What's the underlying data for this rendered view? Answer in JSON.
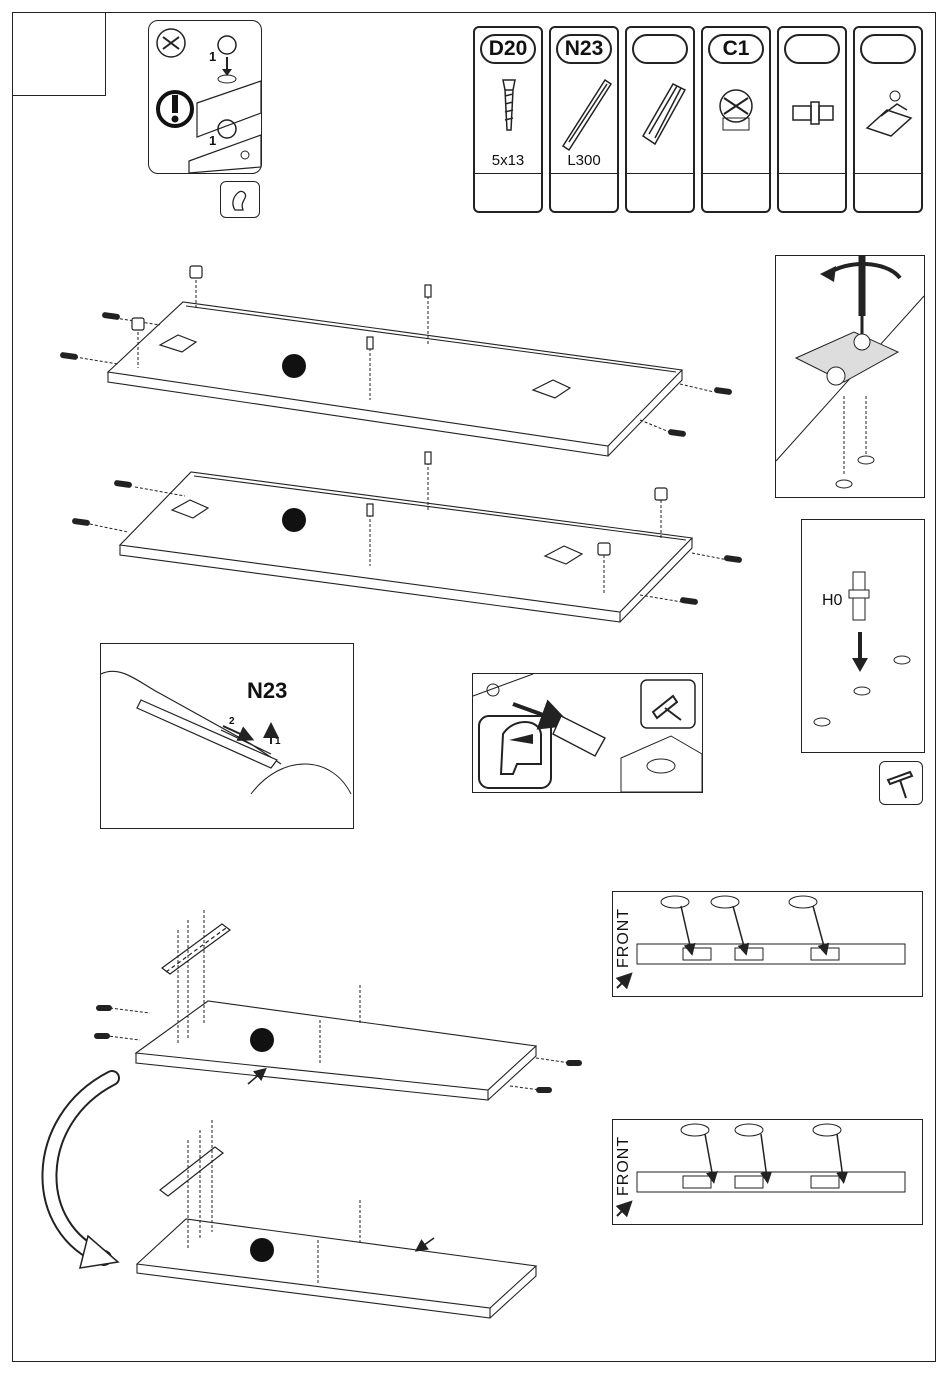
{
  "parts": [
    {
      "code": "D20",
      "size": "5x13",
      "icon": "screw-icon"
    },
    {
      "code": "N23",
      "size": "L300",
      "icon": "drawer-runner-icon"
    },
    {
      "code": "",
      "size": "",
      "icon": "wooden-dowel-icon"
    },
    {
      "code": "C1",
      "size": "",
      "icon": "cam-lock-icon"
    },
    {
      "code": "",
      "size": "",
      "icon": "pin-connector-icon"
    },
    {
      "code": "",
      "size": "",
      "icon": "hinge-bracket-icon"
    }
  ],
  "callouts": {
    "runner_label": "N23",
    "runner_step_1": "1",
    "runner_step_2": "2",
    "pin_label": "H0",
    "cam_step_1": "1",
    "cam_step_1b": "1"
  },
  "front_diagrams": [
    {
      "label": "FRONT"
    },
    {
      "label": "FRONT"
    }
  ]
}
